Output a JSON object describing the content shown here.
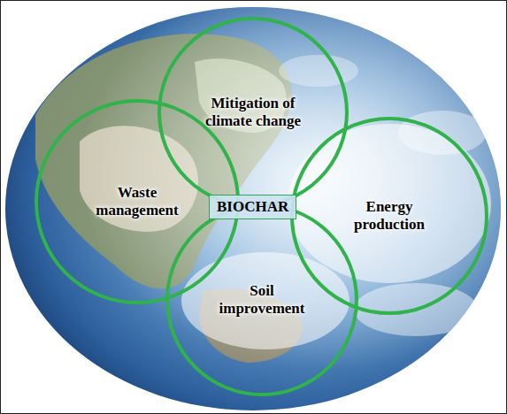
{
  "diagram": {
    "nodes": [
      {
        "text": [
          "Mitigation of climate change"
        ]
      },
      {
        "text": [
          "Waste management"
        ]
      },
      {
        "text": [
          "BIOCHAR"
        ]
      },
      {
        "text": [
          "Energy production"
        ]
      },
      {
        "text": [
          "Soil improvement"
        ]
      }
    ]
  }
}
